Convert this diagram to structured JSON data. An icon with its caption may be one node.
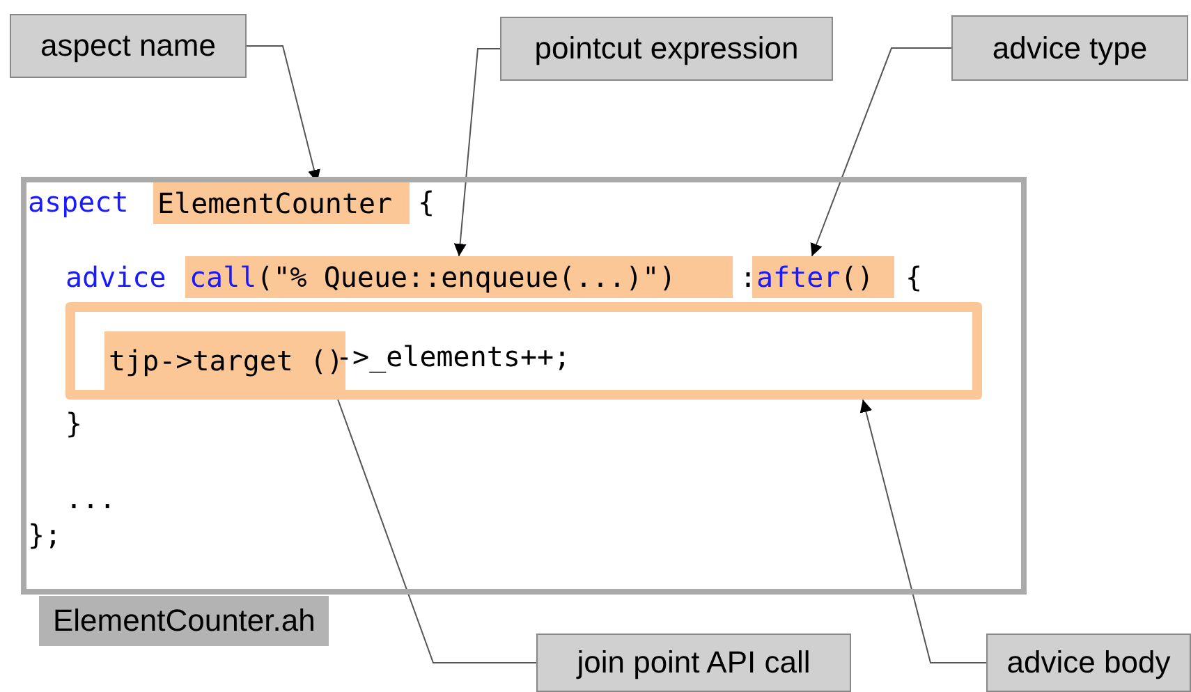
{
  "diagram": {
    "nodes": [
      {
        "text": [
          "ElementCounter.ah"
        ]
      },
      {
        "text": [
          "ElementCounter"
        ],
        "in": 0
      },
      {
        "text": [
          "call",
          "(\"% Queue::enqueue(...)\")"
        ],
        "in": 0
      },
      {
        "text": [
          "after",
          "()"
        ],
        "in": 0
      },
      {
        "text": [],
        "shape": "box",
        "in": 0
      },
      {
        "text": [
          "tjp->target ()"
        ],
        "in": 4
      },
      {
        "text": [
          "aspect name"
        ]
      },
      {
        "text": [
          "pointcut expression"
        ]
      },
      {
        "text": [
          "advice type"
        ]
      },
      {
        "text": [
          "join point API call"
        ]
      },
      {
        "text": [
          "advice body"
        ]
      }
    ],
    "edges": [
      {
        "from": 6,
        "to": 1,
        "arrow": "to"
      },
      {
        "from": 7,
        "to": 2,
        "arrow": "to"
      },
      {
        "from": 8,
        "to": 3,
        "arrow": "to"
      },
      {
        "from": 9,
        "to": 5,
        "arrow": "to"
      },
      {
        "from": 10,
        "to": 4,
        "arrow": "to"
      }
    ],
    "labels": [
      "aspect",
      "{",
      "advice",
      ":",
      "{",
      "->_elements++;",
      "}",
      "...",
      "};"
    ]
  }
}
